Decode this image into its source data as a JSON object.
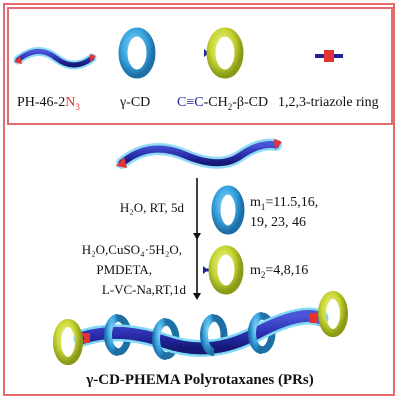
{
  "legend": {
    "polymer": {
      "prefix": "PH-46-2",
      "suffix": "N",
      "sub": "3"
    },
    "gamma_cd": "γ-CD",
    "alkyne_cd": {
      "alkyne": "C≡C",
      "rest": "-CH",
      "sub": "2",
      "tail": "-β-CD"
    },
    "triazole": "1,2,3-triazole ring"
  },
  "step1": {
    "conditions": "H₂O, RT, 5d",
    "m1_label": "m",
    "m1_sub": "1",
    "m1_values_line1": "=11.5,16,",
    "m1_values_line2": "19, 23, 46"
  },
  "step2": {
    "conditions_line1": "H₂O,CuSO₄·5H₂O,",
    "conditions_line2": "PMDETA,",
    "conditions_line3": "L-VC-Na,RT,1d",
    "m2_label": "m",
    "m2_sub": "2",
    "m2_values": "=4,8,16"
  },
  "product_title": "γ-CD-PHEMA Polyrotaxanes (PRs)",
  "colors": {
    "frame": "#e46a6e",
    "polymer": "#2b2fb0",
    "polymer_glow": "#7fd8f4",
    "gamma_cd": "#3aa6e0",
    "beta_cd": "#c8d633",
    "azide_end": "#e53232",
    "alkyne_stub": "#20209a"
  }
}
